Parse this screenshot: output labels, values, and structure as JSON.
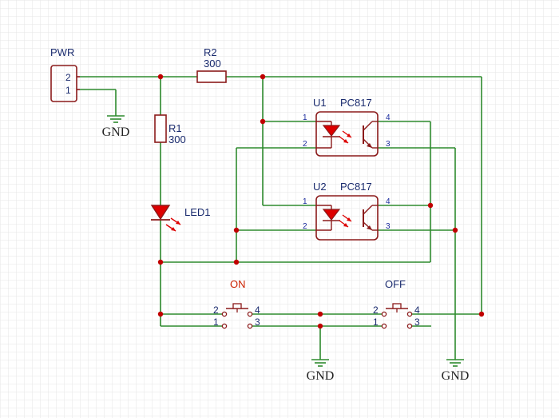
{
  "connector": {
    "designator": "PWR",
    "pin_top": "2",
    "pin_bottom": "1"
  },
  "grounds": [
    "GND",
    "GND",
    "GND"
  ],
  "r1": {
    "designator": "R1",
    "value": "300"
  },
  "r2": {
    "designator": "R2",
    "value": "300"
  },
  "led": {
    "designator": "LED1"
  },
  "u1": {
    "designator": "U1",
    "part": "PC817",
    "pins": [
      "1",
      "2",
      "3",
      "4"
    ]
  },
  "u2": {
    "designator": "U2",
    "part": "PC817",
    "pins": [
      "1",
      "2",
      "3",
      "4"
    ]
  },
  "sw_on": {
    "label": "ON",
    "pins": [
      "1",
      "2",
      "3",
      "4"
    ]
  },
  "sw_off": {
    "label": "OFF",
    "pins": [
      "1",
      "2",
      "3",
      "4"
    ]
  },
  "colors": {
    "wire": "#2e8b2e",
    "body": "#8b1a1a",
    "junction": "#c00000",
    "text": "#1a2b6e",
    "pin_text": "#1a2b9e",
    "on_label": "#cc2200",
    "grid": "#e6e6e6",
    "led_fill": "#dd0000"
  }
}
